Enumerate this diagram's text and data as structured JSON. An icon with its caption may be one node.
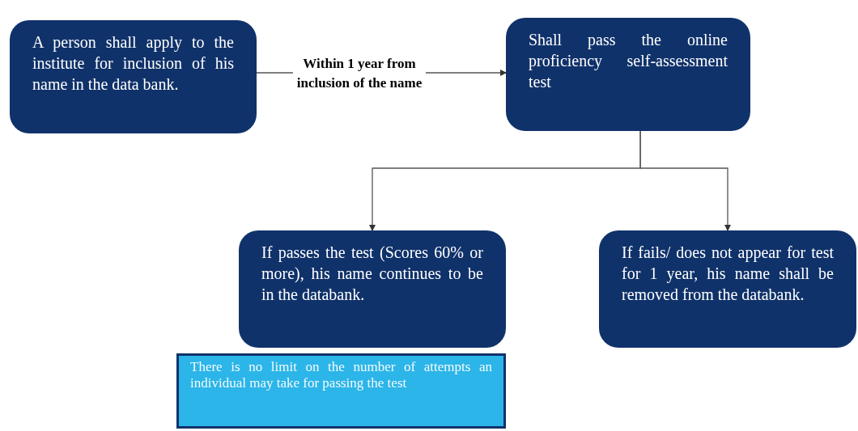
{
  "diagram": {
    "nodes": [
      {
        "text": [
          "A person shall apply to the institute for inclusion of his name in the data bank."
        ]
      },
      {
        "text": [
          "Shall pass the online proficiency self-assessment test"
        ]
      },
      {
        "text": [
          "If passes the test (Scores 60% or more), his name continues to be in the databank."
        ]
      },
      {
        "text": [
          "If fails/ does not appear for test for 1 year, his name shall be removed from the databank."
        ]
      },
      {
        "text": [
          "There is no limit on the number of attempts an individual may take for passing the test"
        ]
      }
    ],
    "edges": [
      {
        "from": 0,
        "to": 1,
        "arrow": "to",
        "label": "Within 1 year from inclusion of the name"
      },
      {
        "from": 1,
        "to": 2,
        "arrow": "to"
      },
      {
        "from": 1,
        "to": 3,
        "arrow": "to"
      }
    ]
  }
}
